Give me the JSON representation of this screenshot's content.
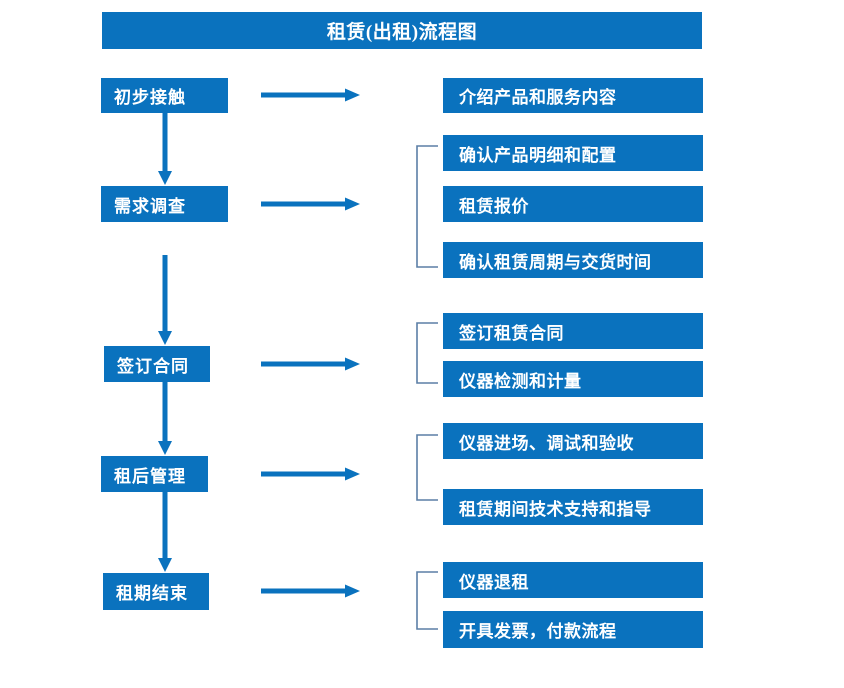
{
  "title": "租赁(出租)流程图",
  "theme": {
    "box_fill": "#0A72BE",
    "box_text": "#FFFFFF",
    "arrow_color": "#0A72BE",
    "bracket_color": "#5B7FA6",
    "page_background": "#FFFFFF"
  },
  "stages": [
    {
      "label": "初步接触"
    },
    {
      "label": "需求调查"
    },
    {
      "label": "签订合同"
    },
    {
      "label": "租后管理"
    },
    {
      "label": "租期结束"
    }
  ],
  "details": [
    {
      "label": "介绍产品和服务内容"
    },
    {
      "label": "确认产品明细和配置"
    },
    {
      "label": "租赁报价"
    },
    {
      "label": "确认租赁周期与交货时间"
    },
    {
      "label": "签订租赁合同"
    },
    {
      "label": "仪器检测和计量"
    },
    {
      "label": "仪器进场、调试和验收"
    },
    {
      "label": "租赁期间技术支持和指导"
    },
    {
      "label": "仪器退租"
    },
    {
      "label": "开具发票，付款流程"
    }
  ],
  "groups": [
    {
      "stage": "需求调查",
      "details": [
        "确认产品明细和配置",
        "租赁报价",
        "确认租赁周期与交货时间"
      ]
    },
    {
      "stage": "签订合同",
      "details": [
        "签订租赁合同",
        "仪器检测和计量"
      ]
    },
    {
      "stage": "租后管理",
      "details": [
        "仪器进场、调试和验收",
        "租赁期间技术支持和指导"
      ]
    },
    {
      "stage": "租期结束",
      "details": [
        "仪器退租",
        "开具发票，付款流程"
      ]
    }
  ]
}
